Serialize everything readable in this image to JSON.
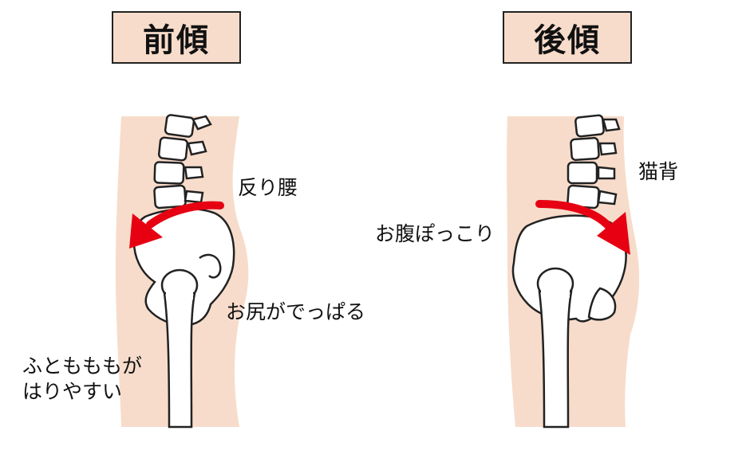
{
  "left_panel": {
    "title": "前傾",
    "labels": {
      "curve": "反り腰",
      "hip": "お尻がでっぱる",
      "thigh_line1": "ふともももが",
      "thigh_line2": "はりやすい"
    }
  },
  "right_panel": {
    "title": "後傾",
    "labels": {
      "back": "猫背",
      "belly": "お腹ぽっこり"
    }
  },
  "colors": {
    "skin": "#f7dccb",
    "title_bg": "#f7dccb",
    "arrow": "#e60012",
    "outline": "#222222",
    "bone": "#ffffff"
  }
}
